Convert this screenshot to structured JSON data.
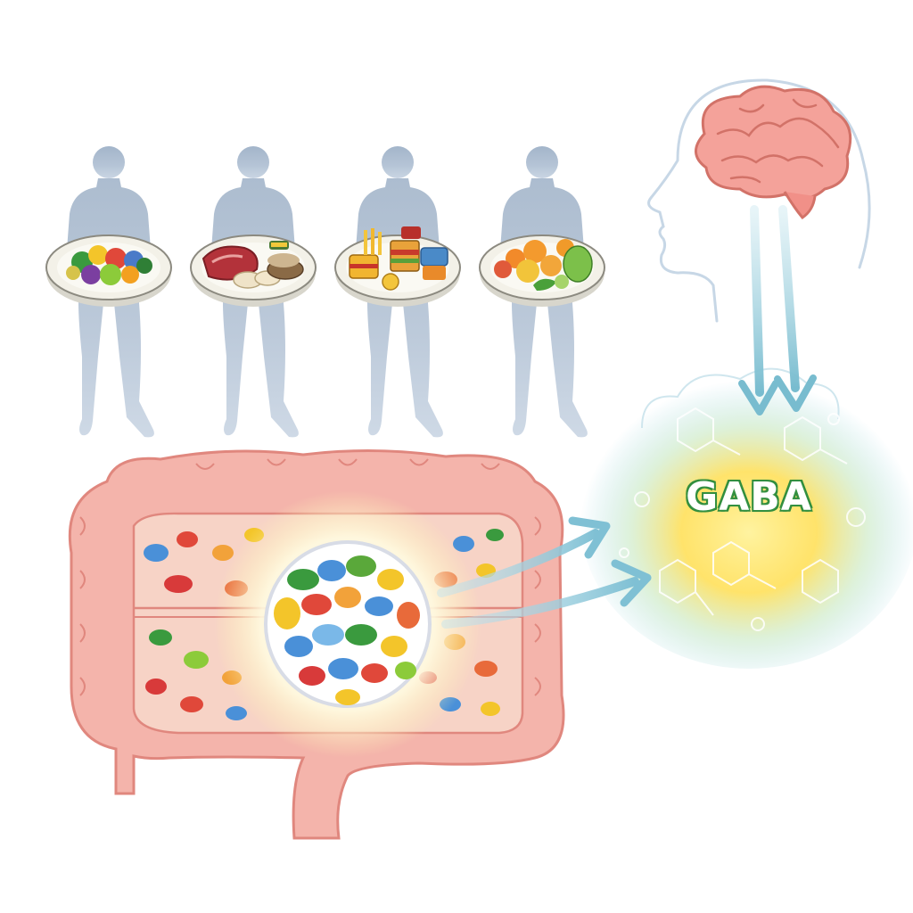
{
  "title": "",
  "molecule_label": "GABA",
  "diets": [
    {
      "name": "vegetable-plate"
    },
    {
      "name": "meat-plate"
    },
    {
      "name": "processed-food-plate"
    },
    {
      "name": "fruit-plate"
    }
  ],
  "colors": {
    "figure": "#a9b9cc",
    "colon": "#f4b1a8",
    "colon_outline": "#e08c83",
    "brain": "#f29b93",
    "arrow": "#8cc8d8",
    "gaba_glow_yellow": "#ffe05a",
    "gaba_glow_blue": "#9fd8e8",
    "gaba_text_outline": "#2f8a3c"
  },
  "icons": [
    "human-silhouette-icon",
    "food-plate-icon",
    "colon-icon",
    "microbiome-icon",
    "brain-icon",
    "arrow-icon",
    "molecule-icon"
  ]
}
